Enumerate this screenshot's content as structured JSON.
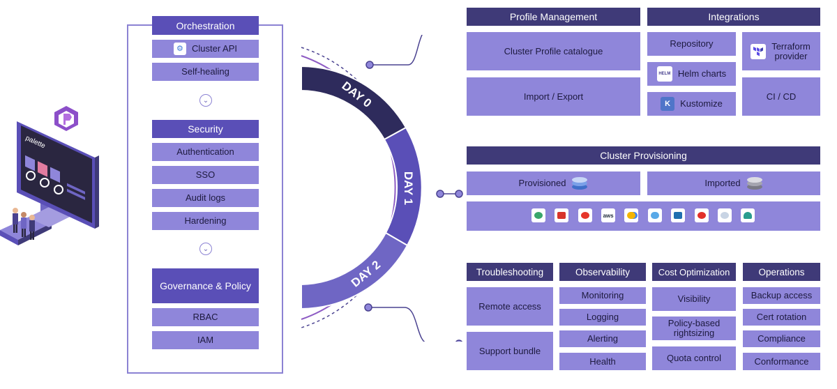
{
  "left_panel": {
    "orchestration": {
      "title": "Orchestration",
      "items": [
        "Cluster API",
        "Self-healing"
      ]
    },
    "security": {
      "title": "Security",
      "items": [
        "Authentication",
        "SSO",
        "Audit logs",
        "Hardening"
      ]
    },
    "governance": {
      "title": "Governance & Policy",
      "items": [
        "RBAC",
        "IAM"
      ]
    }
  },
  "illustration": {
    "screen_label": "palette"
  },
  "days": [
    "DAY 0",
    "DAY 1",
    "DAY 2"
  ],
  "profile_management": {
    "title": "Profile Management",
    "items": [
      "Cluster Profile catalogue",
      "Import / Export"
    ]
  },
  "integrations": {
    "title": "Integrations",
    "items": [
      "Repository",
      "Helm charts",
      "Kustomize",
      "Terraform provider",
      "CI / CD"
    ],
    "helm_icon_text": "HELM"
  },
  "cluster_provisioning": {
    "title": "Cluster Provisioning",
    "items": [
      "Provisioned",
      "Imported"
    ],
    "cloud_icons": [
      "nutanix-icon",
      "openshift-icon",
      "openstack-icon",
      "aws-icon",
      "gcp-icon",
      "azure-icon",
      "vmware-icon",
      "rancher-icon",
      "eks-anywhere-icon",
      "maas-icon"
    ],
    "aws_icon_text": "aws"
  },
  "troubleshooting": {
    "title": "Troubleshooting",
    "items": [
      "Remote access",
      "Support bundle"
    ]
  },
  "observability": {
    "title": "Observability",
    "items": [
      "Monitoring",
      "Logging",
      "Alerting",
      "Health"
    ]
  },
  "cost_optimization": {
    "title": "Cost Optimization",
    "items": [
      "Visibility",
      "Policy-based rightsizing",
      "Quota control"
    ]
  },
  "operations": {
    "title": "Operations",
    "items": [
      "Backup access",
      "Cert rotation",
      "Compliance",
      "Conformance"
    ]
  },
  "colors": {
    "header": "#3f3a78",
    "box": "#8f86da",
    "accent": "#5a4fb7",
    "ring": "#8e5cc4"
  }
}
